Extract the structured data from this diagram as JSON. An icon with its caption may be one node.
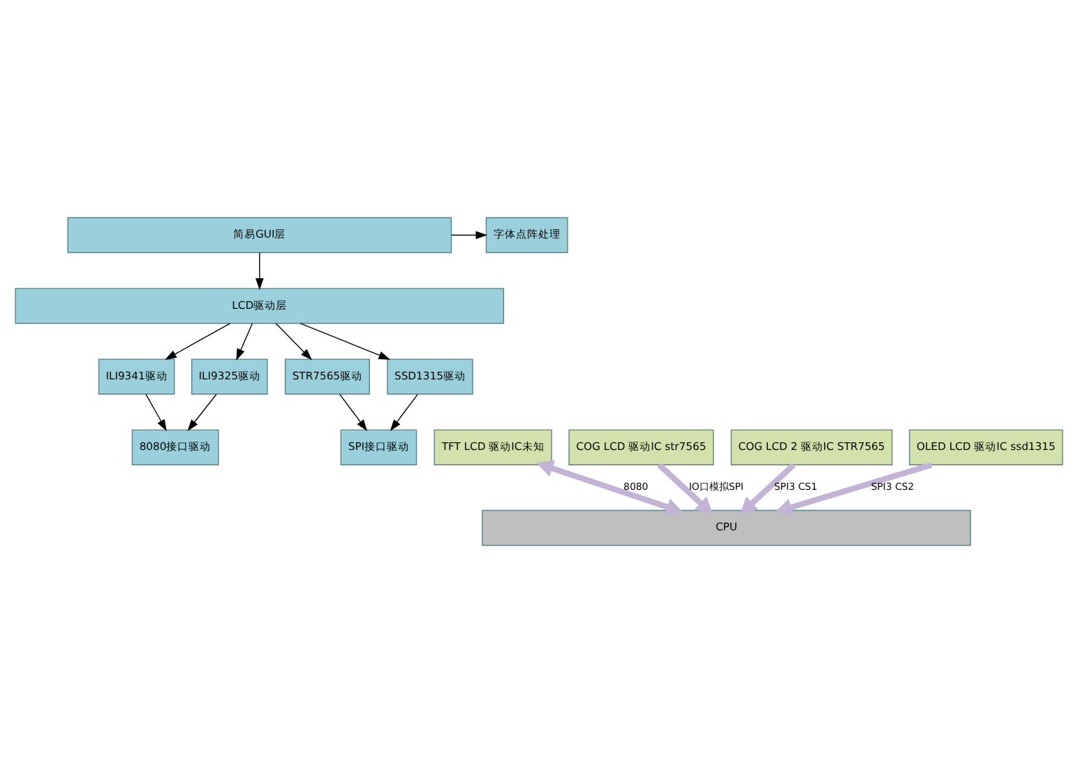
{
  "diagram": {
    "nodes": [
      {
        "text": [
          "简易GUI层"
        ]
      },
      {
        "text": [
          "字体点阵处理"
        ]
      },
      {
        "text": [
          "LCD驱动层"
        ]
      },
      {
        "text": [
          "ILI9341驱动"
        ]
      },
      {
        "text": [
          "ILI9325驱动"
        ]
      },
      {
        "text": [
          "STR7565驱动"
        ]
      },
      {
        "text": [
          "SSD1315驱动"
        ]
      },
      {
        "text": [
          "TFT LCD 驱动IC未知"
        ]
      },
      {
        "text": [
          "COG LCD 驱动IC str7565"
        ]
      },
      {
        "text": [
          "COG LCD 2 驱动IC STR7565"
        ]
      },
      {
        "text": [
          "OLED LCD 驱动IC ssd1315"
        ]
      },
      {
        "text": [
          "8080接口驱动"
        ]
      },
      {
        "text": [
          "SPI接口驱动"
        ]
      },
      {
        "text": [
          "CPU"
        ]
      }
    ],
    "edges": [
      {
        "from": 0,
        "to": 1,
        "arrow": "to"
      },
      {
        "from": 0,
        "to": 2,
        "arrow": "to"
      },
      {
        "from": 2,
        "to": 3,
        "arrow": "to"
      },
      {
        "from": 2,
        "to": 4,
        "arrow": "to"
      },
      {
        "from": 2,
        "to": 5,
        "arrow": "to"
      },
      {
        "from": 2,
        "to": 6,
        "arrow": "to"
      },
      {
        "from": 3,
        "to": 11,
        "arrow": "to"
      },
      {
        "from": 4,
        "to": 11,
        "arrow": "to"
      },
      {
        "from": 5,
        "to": 12,
        "arrow": "to"
      },
      {
        "from": 6,
        "to": 12,
        "arrow": "to"
      },
      {
        "from": 7,
        "to": 13,
        "arrow": "both",
        "label": "8080",
        "style": "thick",
        "color": "#c3b4d6"
      },
      {
        "from": 8,
        "to": 13,
        "arrow": "to",
        "label": "IO口模拟SPI",
        "style": "thick",
        "color": "#c3b4d6"
      },
      {
        "from": 9,
        "to": 13,
        "arrow": "to",
        "label": "SPI3 CS1",
        "style": "thick",
        "color": "#c3b4d6"
      },
      {
        "from": 10,
        "to": 13,
        "arrow": "to",
        "label": "SPI3 CS2",
        "style": "thick",
        "color": "#c3b4d6"
      }
    ]
  }
}
